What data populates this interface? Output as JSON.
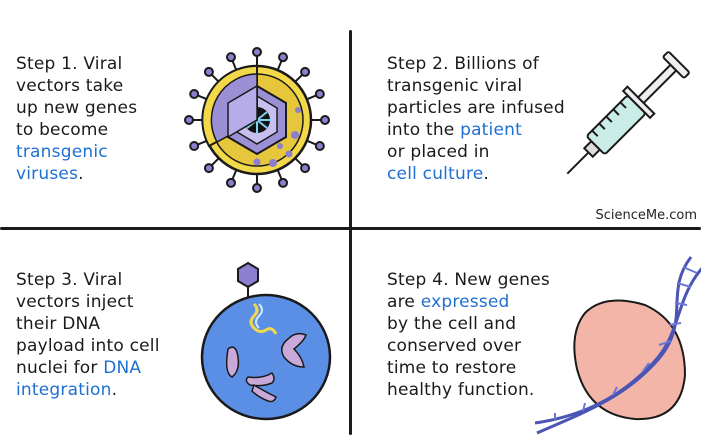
{
  "steps": [
    {
      "line1": "Step 1. Viral",
      "line2": "vectors take",
      "line3": "up new genes",
      "line4": "to become",
      "highlight1": "transgenic",
      "highlight2": "viruses",
      "end": "."
    },
    {
      "line1": "Step 2. Billions of",
      "line2": "transgenic viral",
      "line3": "particles are infused",
      "line4a": "into the ",
      "highlight1": "patient",
      "line5": "or placed in",
      "highlight2": "cell culture",
      "end": "."
    },
    {
      "line1": "Step 3. Viral",
      "line2": "vectors inject",
      "line3": "their DNA",
      "line4": "payload into cell",
      "line5a": "nuclei for ",
      "highlight1": "DNA",
      "highlight2": "integration",
      "end": "."
    },
    {
      "line1": "Step 4. New genes",
      "line2a": "are ",
      "highlight1": "expressed",
      "line3": "by the cell and",
      "line4": "conserved over",
      "line5": "time to restore",
      "line6": "healthy function."
    }
  ],
  "credit": "ScienceMe.com",
  "colors": {
    "highlight": "#1f6fd1",
    "virus_shell": "#f2d94a",
    "virus_capsid": "#9b8fd6",
    "spike": "#8c7fcf",
    "syringe_fluid": "#c9ece7",
    "nucleus": "#5b8fe6",
    "chromosome": "#c9a9d9",
    "cell": "#f2b5a8",
    "dna_helix": "#4b55b5"
  },
  "icons": [
    "virus-icon",
    "syringe-icon",
    "nucleus-icon",
    "dna-cell-icon"
  ]
}
